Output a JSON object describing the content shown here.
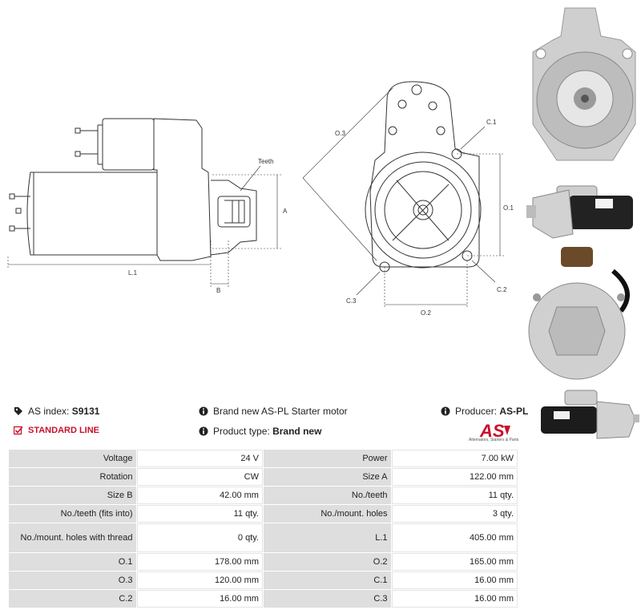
{
  "drawing": {
    "labels": {
      "teeth": "Teeth",
      "a": "A",
      "b": "B",
      "l1": "L.1",
      "o3": "O.3",
      "c1": "C.1",
      "o1": "O.1",
      "c2": "C.2",
      "c3": "C.3",
      "o2": "O.2"
    }
  },
  "info": {
    "as_index_label": "AS index:",
    "as_index_value": "S9131",
    "line": "STANDARD LINE",
    "description": "Brand new AS-PL Starter motor",
    "product_type_label": "Product type:",
    "product_type_value": "Brand new",
    "producer_label": "Producer:",
    "producer_value": "AS-PL"
  },
  "logo": {
    "text": "AS",
    "subtitle": "Alternators, Starters & Parts",
    "color": "#c8102e"
  },
  "specs": [
    [
      "Voltage",
      "24 V",
      "Power",
      "7.00 kW"
    ],
    [
      "Rotation",
      "CW",
      "Size A",
      "122.00 mm"
    ],
    [
      "Size B",
      "42.00 mm",
      "No./teeth",
      "11 qty."
    ],
    [
      "No./teeth (fits into)",
      "11 qty.",
      "No./mount. holes",
      "3 qty."
    ],
    [
      "No./mount. holes with thread",
      "0 qty.",
      "L.1",
      "405.00 mm"
    ],
    [
      "O.1",
      "178.00 mm",
      "O.2",
      "165.00 mm"
    ],
    [
      "O.3",
      "120.00 mm",
      "C.1",
      "16.00 mm"
    ],
    [
      "C.2",
      "16.00 mm",
      "C.3",
      "16.00 mm"
    ]
  ]
}
